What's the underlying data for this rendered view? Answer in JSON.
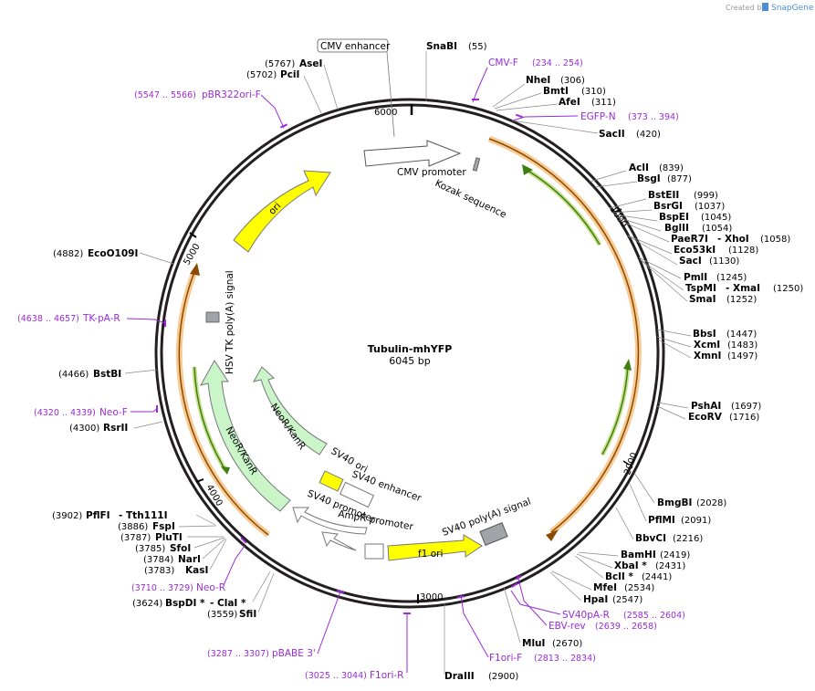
{
  "plasmid": {
    "name": "Tubulin-mhYFP",
    "length_label": "6045 bp"
  },
  "credit": {
    "created_by": "Created by",
    "brand": "SnapGene"
  },
  "ticks": [
    {
      "label": "1000"
    },
    {
      "label": "2000"
    },
    {
      "label": "3000"
    },
    {
      "label": "4000"
    },
    {
      "label": "5000"
    },
    {
      "label": "6000"
    }
  ],
  "enzymes": [
    {
      "name": "SnaBI",
      "pos": "(55)"
    },
    {
      "name": "NheI",
      "pos": "(306)"
    },
    {
      "name": "BmtI",
      "pos": "(310)"
    },
    {
      "name": "AfeI",
      "pos": "(311)"
    },
    {
      "name": "SacII",
      "pos": "(420)"
    },
    {
      "name": "AclI",
      "pos": "(839)"
    },
    {
      "name": "BsgI",
      "pos": "(877)"
    },
    {
      "name": "BstEII",
      "pos": "(999)"
    },
    {
      "name": "BsrGI",
      "pos": "(1037)"
    },
    {
      "name": "BspEI",
      "pos": "(1045)"
    },
    {
      "name": "BglII",
      "pos": "(1054)"
    },
    {
      "name": "PaeR7I",
      "pos": ""
    },
    {
      "name": "- XhoI",
      "pos": "(1058)"
    },
    {
      "name": "Eco53kI",
      "pos": "(1128)"
    },
    {
      "name": "SacI",
      "pos": "(1130)"
    },
    {
      "name": "PmlI",
      "pos": "(1245)"
    },
    {
      "name": "TspMI",
      "pos": ""
    },
    {
      "name": "- XmaI",
      "pos": "(1250)"
    },
    {
      "name": "SmaI",
      "pos": "(1252)"
    },
    {
      "name": "BbsI",
      "pos": "(1447)"
    },
    {
      "name": "XcmI",
      "pos": "(1483)"
    },
    {
      "name": "XmnI",
      "pos": "(1497)"
    },
    {
      "name": "PshAI",
      "pos": "(1697)"
    },
    {
      "name": "EcoRV",
      "pos": "(1716)"
    },
    {
      "name": "BmgBI",
      "pos": "(2028)"
    },
    {
      "name": "PflMI",
      "pos": "(2091)"
    },
    {
      "name": "BbvCI",
      "pos": "(2216)"
    },
    {
      "name": "BamHI",
      "pos": "(2419)"
    },
    {
      "name": "XbaI *",
      "pos": "(2431)"
    },
    {
      "name": "BclI *",
      "pos": "(2441)"
    },
    {
      "name": "MfeI",
      "pos": "(2534)"
    },
    {
      "name": "HpaI",
      "pos": "(2547)"
    },
    {
      "name": "MluI",
      "pos": "(2670)"
    },
    {
      "name": "DraIII",
      "pos": "(2900)"
    },
    {
      "name": "SfiI",
      "pos": "(3559)"
    },
    {
      "name": "BspDI *",
      "pos": "(3624)"
    },
    {
      "name": "- ClaI *",
      "pos": ""
    },
    {
      "name": "KasI",
      "pos": "(3783)"
    },
    {
      "name": "NarI",
      "pos": "(3784)"
    },
    {
      "name": "SfoI",
      "pos": "(3785)"
    },
    {
      "name": "PluTI",
      "pos": "(3787)"
    },
    {
      "name": "FspI",
      "pos": "(3886)"
    },
    {
      "name": "PflFI",
      "pos": "(3902)"
    },
    {
      "name": "- Tth111I",
      "pos": ""
    },
    {
      "name": "RsrII",
      "pos": "(4300)"
    },
    {
      "name": "BstBI",
      "pos": "(4466)"
    },
    {
      "name": "EcoO109I",
      "pos": "(4882)"
    },
    {
      "name": "PciI",
      "pos": "(5702)"
    },
    {
      "name": "AseI",
      "pos": "(5767)"
    }
  ],
  "primers": [
    {
      "name": "CMV-F",
      "pos": "(234 .. 254)"
    },
    {
      "name": "EGFP-N",
      "pos": "(373 .. 394)"
    },
    {
      "name": "SV40pA-R",
      "pos": "(2585 .. 2604)"
    },
    {
      "name": "EBV-rev",
      "pos": "(2639 .. 2658)"
    },
    {
      "name": "F1ori-F",
      "pos": "(2813 .. 2834)"
    },
    {
      "name": "F1ori-R",
      "pos": "(3025 .. 3044)"
    },
    {
      "name": "pBABE 3'",
      "pos": "(3287 .. 3307)"
    },
    {
      "name": "Neo-R",
      "pos": "(3710 .. 3729)"
    },
    {
      "name": "Neo-F",
      "pos": "(4320 .. 4339)"
    },
    {
      "name": "TK-pA-R",
      "pos": "(4638 .. 4657)"
    },
    {
      "name": "pBR322ori-F",
      "pos": "(5547 .. 5566)"
    }
  ],
  "features": [
    {
      "name": "CMV enhancer"
    },
    {
      "name": "CMV promoter"
    },
    {
      "name": "Kozak sequence"
    },
    {
      "name": "ori"
    },
    {
      "name": "HSV TK poly(A) signal"
    },
    {
      "name": "NeoR/KanR"
    },
    {
      "name": "NeoR/KanR"
    },
    {
      "name": "SV40 ori"
    },
    {
      "name": "SV40 enhancer"
    },
    {
      "name": "SV40 promoter"
    },
    {
      "name": "AmpR promoter"
    },
    {
      "name": "SV40 poly(A) signal"
    },
    {
      "name": "f1 ori"
    }
  ],
  "colors": {
    "backbone": "#231f20",
    "primer": "#9a2bd8",
    "ori": "#ffff00",
    "neo": "#c9f5c9",
    "gene_orange": "#f4a460",
    "gene_green": "#4c8c1c",
    "promoter": "#ffffff",
    "polya": "#a0a4a8"
  }
}
